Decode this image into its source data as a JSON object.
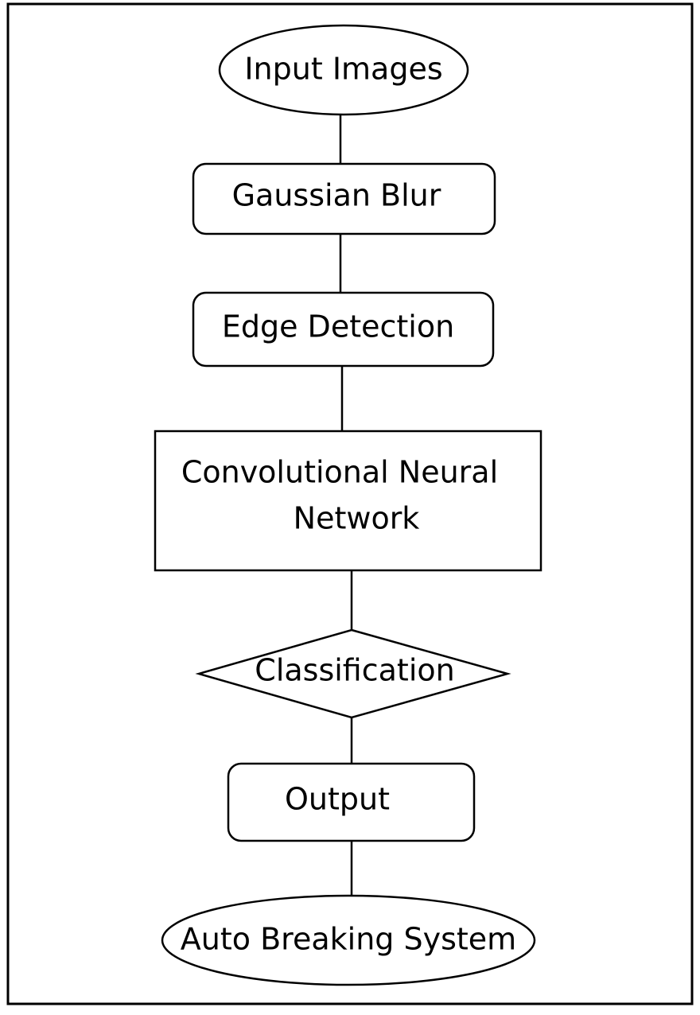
{
  "colors": {
    "stroke": "#000000",
    "fill": "#ffffff",
    "text": "#000000"
  },
  "nodes": {
    "input_images": {
      "shape": "ellipse",
      "label": "Input Images"
    },
    "gaussian_blur": {
      "shape": "rounded-rectangle",
      "label": "Gaussian Blur"
    },
    "edge_detection": {
      "shape": "rounded-rectangle",
      "label": "Edge Detection"
    },
    "cnn": {
      "shape": "rectangle",
      "label_line1": "Convolutional Neural",
      "label_line2": "Network"
    },
    "classification": {
      "shape": "diamond",
      "label": "Classification"
    },
    "output": {
      "shape": "rounded-rectangle",
      "label": "Output"
    },
    "auto_breaking": {
      "shape": "ellipse",
      "label": "Auto Breaking System"
    }
  },
  "edges": [
    {
      "from": "input_images",
      "to": "gaussian_blur"
    },
    {
      "from": "gaussian_blur",
      "to": "edge_detection"
    },
    {
      "from": "edge_detection",
      "to": "cnn"
    },
    {
      "from": "cnn",
      "to": "classification"
    },
    {
      "from": "classification",
      "to": "output"
    },
    {
      "from": "output",
      "to": "auto_breaking"
    }
  ]
}
